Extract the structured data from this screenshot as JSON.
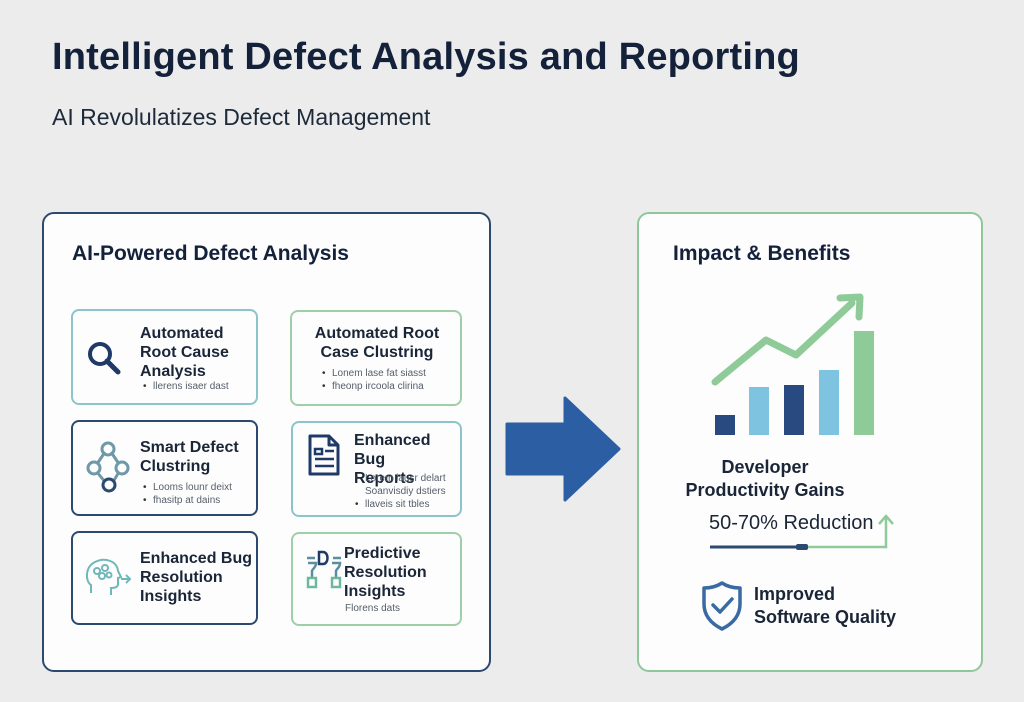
{
  "header": {
    "title": "Intelligent Defect Analysis and Reporting",
    "subtitle": "AI Revolulatizes Defect Management"
  },
  "left_panel": {
    "title": "AI-Powered Defect Analysis",
    "border_color": "#2c4a70",
    "cards": [
      {
        "title": "Automated Root Cause Analysis",
        "title_lines": [
          "Automated",
          "Root Cause",
          "Analysis"
        ],
        "bullets": [
          "llerens isaer dast"
        ],
        "icon": "magnifier-icon",
        "border_color": "#8cc4cc"
      },
      {
        "title": "Automated Root Case Clustring",
        "title_lines": [
          "Automated Root",
          "Case Clustring"
        ],
        "bullets": [
          "Lonem lase fat siasst",
          "fheonp ircoola clirina"
        ],
        "icon": null,
        "border_color": "#9fcfa8"
      },
      {
        "title": "Smart Defect Clustring",
        "title_lines": [
          "Smart Defect",
          "Clustring"
        ],
        "bullets": [
          "Looms lounr deixt",
          "fhasitp at dains"
        ],
        "icon": "cluster-network-icon",
        "border_color": "#2c4a70"
      },
      {
        "title": "Enhanced Bug Reports",
        "title_lines": [
          "Enhanced Bug",
          "Reports"
        ],
        "bullets": [
          "Lorem lausr delart",
          "Soanvisdiy dstiers",
          "llaveis sit tbles"
        ],
        "icon": "document-icon",
        "border_color": "#8cc4cc"
      },
      {
        "title": "Enhanced Bug Resolution Insights",
        "title_lines": [
          "Enhanced Bug",
          "Resolution",
          "Insights"
        ],
        "bullets": [],
        "icon": "brain-head-icon",
        "border_color": "#2c4a70"
      },
      {
        "title": "Predictive Resolution Insights",
        "title_lines": [
          "Predictive",
          "Resolution",
          "Insights"
        ],
        "bullets": [
          "Florens dats"
        ],
        "icon": "flow-diagram-icon",
        "border_color": "#9fcfa8"
      }
    ]
  },
  "right_panel": {
    "title": "Impact & Benefits",
    "border_color": "#8fc79a",
    "chart_icon": {
      "bars": [
        {
          "height": 20,
          "color": "#284a80"
        },
        {
          "height": 48,
          "color": "#7ec4e0"
        },
        {
          "height": 50,
          "color": "#284a80"
        },
        {
          "height": 65,
          "color": "#7ec4e0"
        },
        {
          "height": 104,
          "color": "#8ecb98"
        }
      ],
      "trend_color": "#8ecb98"
    },
    "metric": {
      "title_line1": "Developer",
      "title_line2": "Productivity Gains",
      "value": "50-70% Reduction"
    },
    "quality": {
      "line1": "Improved",
      "line2": "Software Quality"
    }
  },
  "colors": {
    "background": "#ececec",
    "arrow": "#2b5ea2",
    "navy": "#2c4a70",
    "green": "#8fc79a",
    "teal": "#8cc4cc"
  }
}
